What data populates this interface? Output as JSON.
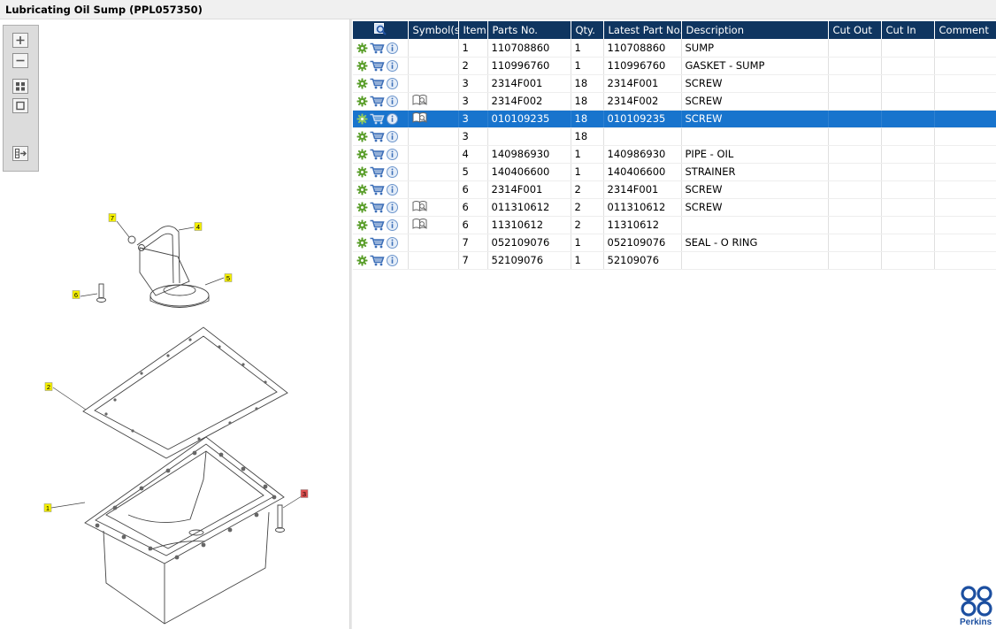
{
  "window": {
    "title": "Lubricating Oil Sump (PPL057350)"
  },
  "toolbar": {
    "buttons": [
      "zoom-in",
      "zoom-out",
      "fit-window",
      "actual-size",
      "export"
    ]
  },
  "drawing": {
    "callouts": [
      {
        "label": "7",
        "color": "#f5f000"
      },
      {
        "label": "4",
        "color": "#f5f000"
      },
      {
        "label": "5",
        "color": "#f5f000"
      },
      {
        "label": "6",
        "color": "#f5f000"
      },
      {
        "label": "2",
        "color": "#f5f000"
      },
      {
        "label": "3",
        "color": "#e05050"
      },
      {
        "label": "1",
        "color": "#f5f000"
      }
    ]
  },
  "table": {
    "columns": [
      "",
      "Symbol(s)",
      "Item",
      "Parts No.",
      "Qty.",
      "Latest Part No.",
      "Description",
      "Cut Out",
      "Cut In",
      "Comment"
    ],
    "rows": [
      {
        "symbol": false,
        "item": "1",
        "part": "110708860",
        "qty": "1",
        "latest": "110708860",
        "desc": "SUMP"
      },
      {
        "symbol": false,
        "item": "2",
        "part": "110996760",
        "qty": "1",
        "latest": "110996760",
        "desc": "GASKET - SUMP"
      },
      {
        "symbol": false,
        "item": "3",
        "part": "2314F001",
        "qty": "18",
        "latest": "2314F001",
        "desc": "SCREW"
      },
      {
        "symbol": true,
        "item": "3",
        "part": "2314F002",
        "qty": "18",
        "latest": "2314F002",
        "desc": "SCREW"
      },
      {
        "symbol": true,
        "item": "3",
        "part": "010109235",
        "qty": "18",
        "latest": "010109235",
        "desc": "SCREW",
        "selected": true
      },
      {
        "symbol": false,
        "item": "3",
        "part": "",
        "qty": "18",
        "latest": "",
        "desc": ""
      },
      {
        "symbol": false,
        "item": "4",
        "part": "140986930",
        "qty": "1",
        "latest": "140986930",
        "desc": "PIPE - OIL"
      },
      {
        "symbol": false,
        "item": "5",
        "part": "140406600",
        "qty": "1",
        "latest": "140406600",
        "desc": "STRAINER"
      },
      {
        "symbol": false,
        "item": "6",
        "part": "2314F001",
        "qty": "2",
        "latest": "2314F001",
        "desc": "SCREW"
      },
      {
        "symbol": true,
        "item": "6",
        "part": "011310612",
        "qty": "2",
        "latest": "011310612",
        "desc": "SCREW"
      },
      {
        "symbol": true,
        "item": "6",
        "part": "11310612",
        "qty": "2",
        "latest": "11310612",
        "desc": ""
      },
      {
        "symbol": false,
        "item": "7",
        "part": "052109076",
        "qty": "1",
        "latest": "052109076",
        "desc": "SEAL - O RING"
      },
      {
        "symbol": false,
        "item": "7",
        "part": "52109076",
        "qty": "1",
        "latest": "52109076",
        "desc": ""
      }
    ]
  },
  "brand": {
    "name": "Perkins",
    "color": "#1c4fa0"
  },
  "colors": {
    "header": "#0f3560",
    "selection": "#1874cd",
    "cart": "#3d6fb8",
    "gear": "#5a9e2a"
  }
}
